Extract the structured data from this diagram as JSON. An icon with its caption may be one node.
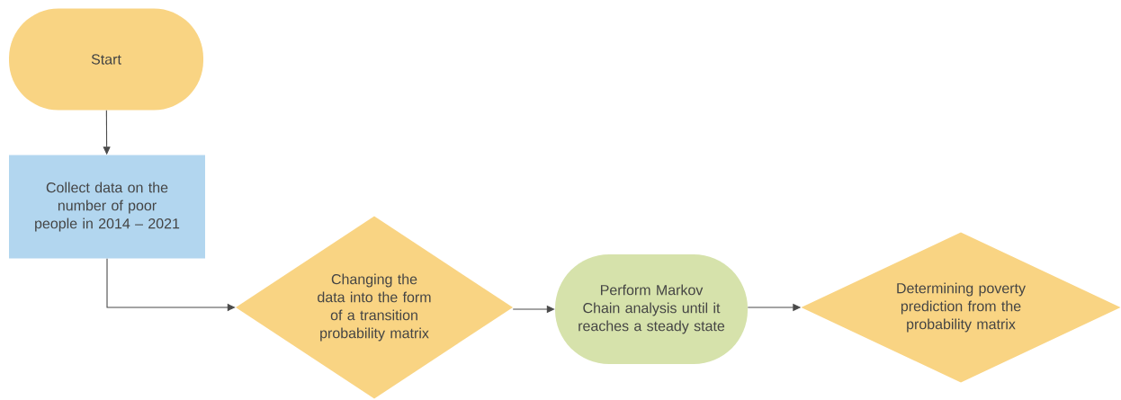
{
  "diagram": {
    "nodes": [
      {
        "text": [
          "Start"
        ]
      },
      {
        "text": [
          "Collect data on the number of poor people in 2014 – 2021"
        ]
      },
      {
        "text": [
          "Changing the data into the form of a transition probability matrix"
        ]
      },
      {
        "text": [
          "Perform Markov Chain analysis until it reaches a steady state"
        ]
      },
      {
        "text": [
          "Determining poverty prediction from the probability matrix"
        ]
      }
    ],
    "edges": [
      {
        "from": 0,
        "to": 1,
        "arrow": "to"
      },
      {
        "from": 1,
        "to": 2,
        "arrow": "to"
      },
      {
        "from": 2,
        "to": 3,
        "arrow": "to"
      },
      {
        "from": 3,
        "to": 4,
        "arrow": "to"
      }
    ]
  }
}
